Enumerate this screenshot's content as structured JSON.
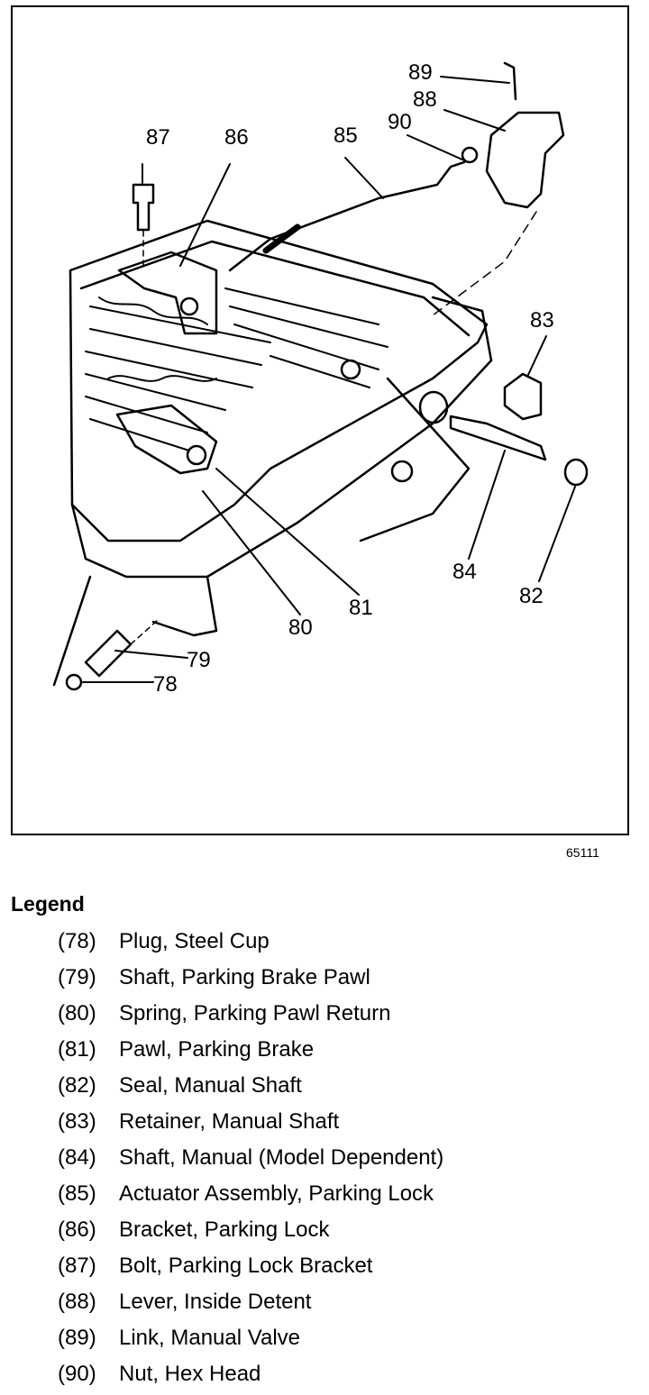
{
  "callouts": {
    "c78": "78",
    "c79": "79",
    "c80": "80",
    "c81": "81",
    "c82": "82",
    "c83": "83",
    "c84": "84",
    "c85": "85",
    "c86": "86",
    "c87": "87",
    "c88": "88",
    "c89": "89",
    "c90": "90"
  },
  "figure_id": "65111",
  "legend": {
    "title": "Legend",
    "items": [
      {
        "num": "(78)",
        "label": "Plug, Steel Cup"
      },
      {
        "num": "(79)",
        "label": "Shaft, Parking Brake Pawl"
      },
      {
        "num": "(80)",
        "label": "Spring, Parking Pawl Return"
      },
      {
        "num": "(81)",
        "label": "Pawl, Parking Brake"
      },
      {
        "num": "(82)",
        "label": "Seal, Manual Shaft"
      },
      {
        "num": "(83)",
        "label": "Retainer, Manual Shaft"
      },
      {
        "num": "(84)",
        "label": "Shaft, Manual (Model Dependent)"
      },
      {
        "num": "(85)",
        "label": "Actuator Assembly, Parking Lock"
      },
      {
        "num": "(86)",
        "label": "Bracket, Parking Lock"
      },
      {
        "num": "(87)",
        "label": "Bolt, Parking Lock Bracket"
      },
      {
        "num": "(88)",
        "label": "Lever, Inside Detent"
      },
      {
        "num": "(89)",
        "label": "Link, Manual Valve"
      },
      {
        "num": "(90)",
        "label": "Nut, Hex Head"
      }
    ]
  }
}
